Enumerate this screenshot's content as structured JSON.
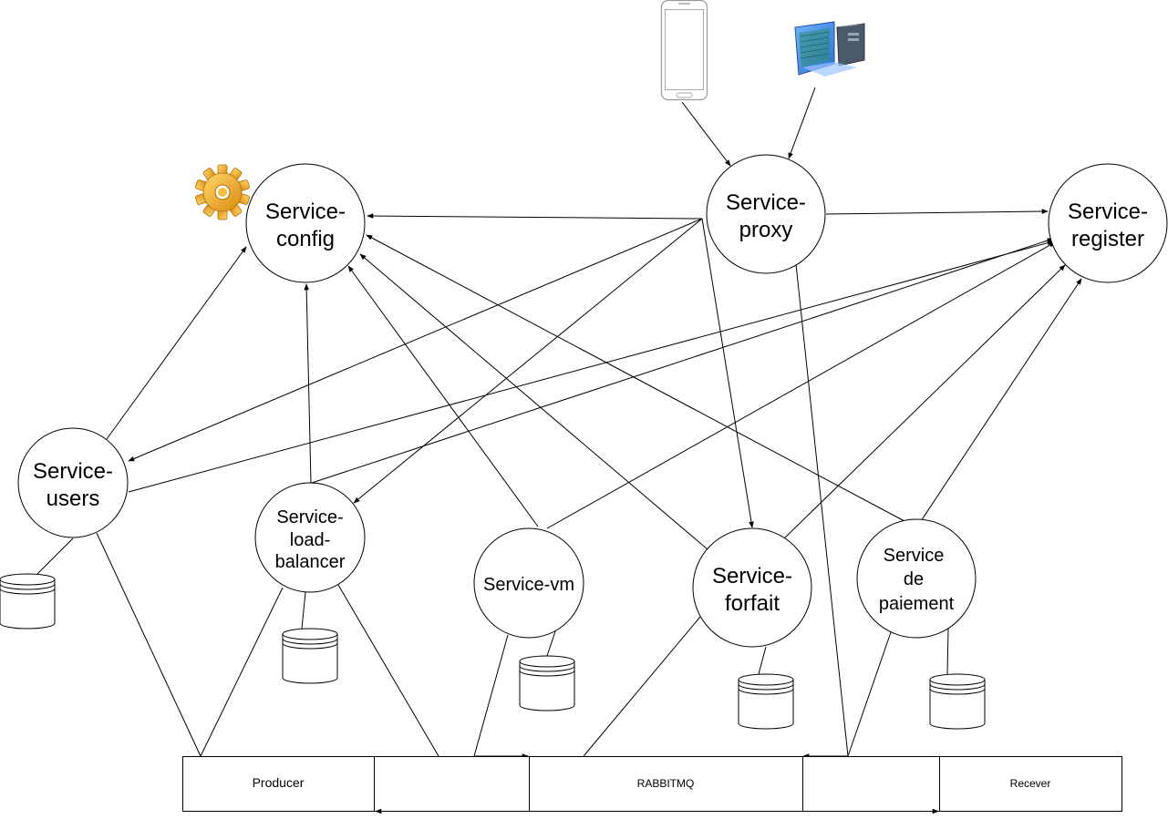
{
  "services": {
    "config": {
      "line1": "Service-",
      "line2": "config"
    },
    "proxy": {
      "line1": "Service-",
      "line2": "proxy"
    },
    "register": {
      "line1": "Service-",
      "line2": "register"
    },
    "users": {
      "line1": "Service-",
      "line2": "users"
    },
    "load_balancer": {
      "line1": "Service-",
      "line2": "load-",
      "line3": "balancer"
    },
    "vm": {
      "line1": "Service-vm"
    },
    "forfait": {
      "line1": "Service-",
      "line2": "forfait"
    },
    "paiement": {
      "line1": "Service",
      "line2": "de",
      "line3": "paiement"
    }
  },
  "bus": {
    "producer": "Producer",
    "rabbitmq": "RABBITMQ",
    "receiver": "Recever"
  },
  "icons": {
    "phone": "smartphone-icon",
    "desktop": "desktop-computer-icon",
    "gear": "gear-icon",
    "database": "database-icon"
  },
  "colors": {
    "stroke": "#000000",
    "background": "#ffffff",
    "gear": "#f0a830"
  }
}
